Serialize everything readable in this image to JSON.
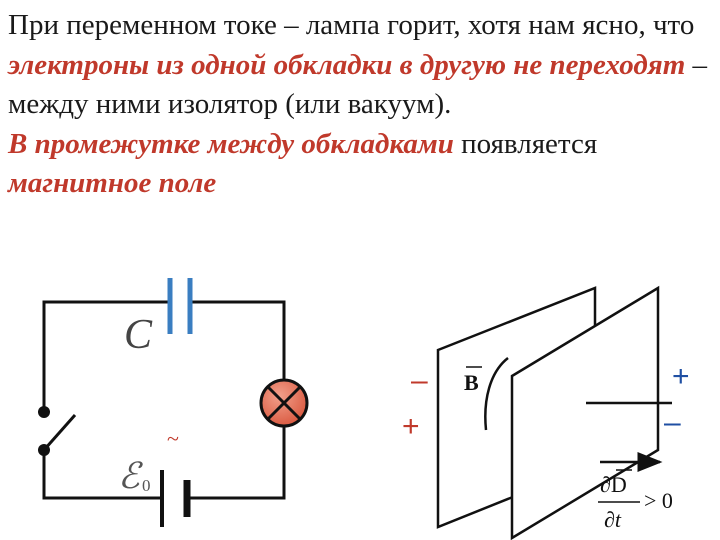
{
  "text": {
    "p1_part1": "При переменном токе – лампа горит, хотя нам ясно, что ",
    "p1_em": "электроны из одной обкладки в другую не переходят",
    "p1_part2": " – между ними изолятор (или вакуум).",
    "p2_em1": "В промежутке между обкладками",
    "p2_part": " появляется ",
    "p2_em2": "магнитное поле"
  },
  "circuit": {
    "capacitor_label": "C",
    "source_label": "ℰ",
    "source_subscript": "0",
    "ac_symbol": "~"
  },
  "plates": {
    "left_minus": "–",
    "left_plus": "+",
    "right_plus": "+",
    "right_minus": "–",
    "b_label": "B",
    "d_numerator": "∂D",
    "d_denominator": "∂t",
    "d_relation": "> 0"
  },
  "colors": {
    "accent_red": "#c0392b",
    "lamp_fill": "#e07a62",
    "capacitor_plate": "#3a7ec1",
    "sign_red": "#c0392b",
    "sign_blue": "#1f4fa3",
    "line": "#111111"
  }
}
